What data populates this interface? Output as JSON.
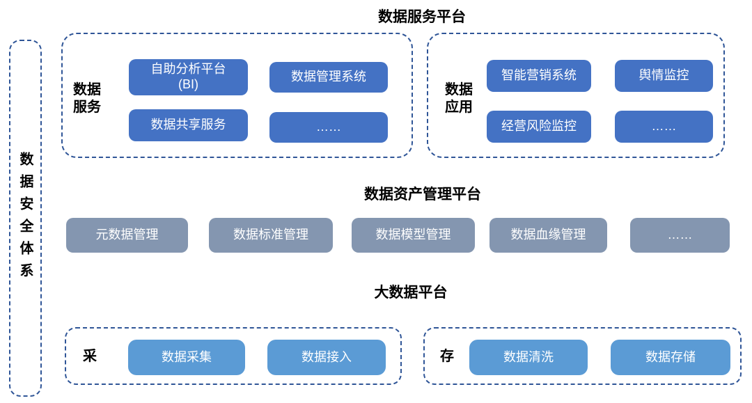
{
  "colors": {
    "dark_box": "#4472C4",
    "light_box": "#5B9BD5",
    "gray_box": "#8496B0",
    "dashed_border": "#2F5597",
    "box_text": "#FFFFFF",
    "title_text": "#000000"
  },
  "security_bar": {
    "label": "数据安全体系"
  },
  "service_platform": {
    "title": "数据服务平台",
    "service_group": {
      "label": "数据服务",
      "boxes": [
        "自助分析平台\n(BI)",
        "数据管理系统",
        "数据共享服务",
        "……"
      ]
    },
    "application_group": {
      "label": "数据应用",
      "boxes": [
        "智能营销系统",
        "舆情监控",
        "经营风险监控",
        "……"
      ]
    }
  },
  "asset_platform": {
    "title": "数据资产管理平台",
    "boxes": [
      "元数据管理",
      "数据标准管理",
      "数据模型管理",
      "数据血缘管理",
      "……"
    ]
  },
  "bigdata_platform": {
    "title": "大数据平台",
    "collect_group": {
      "label": "采",
      "boxes": [
        "数据采集",
        "数据接入"
      ]
    },
    "store_group": {
      "label": "存",
      "boxes": [
        "数据清洗",
        "数据存储"
      ]
    }
  }
}
